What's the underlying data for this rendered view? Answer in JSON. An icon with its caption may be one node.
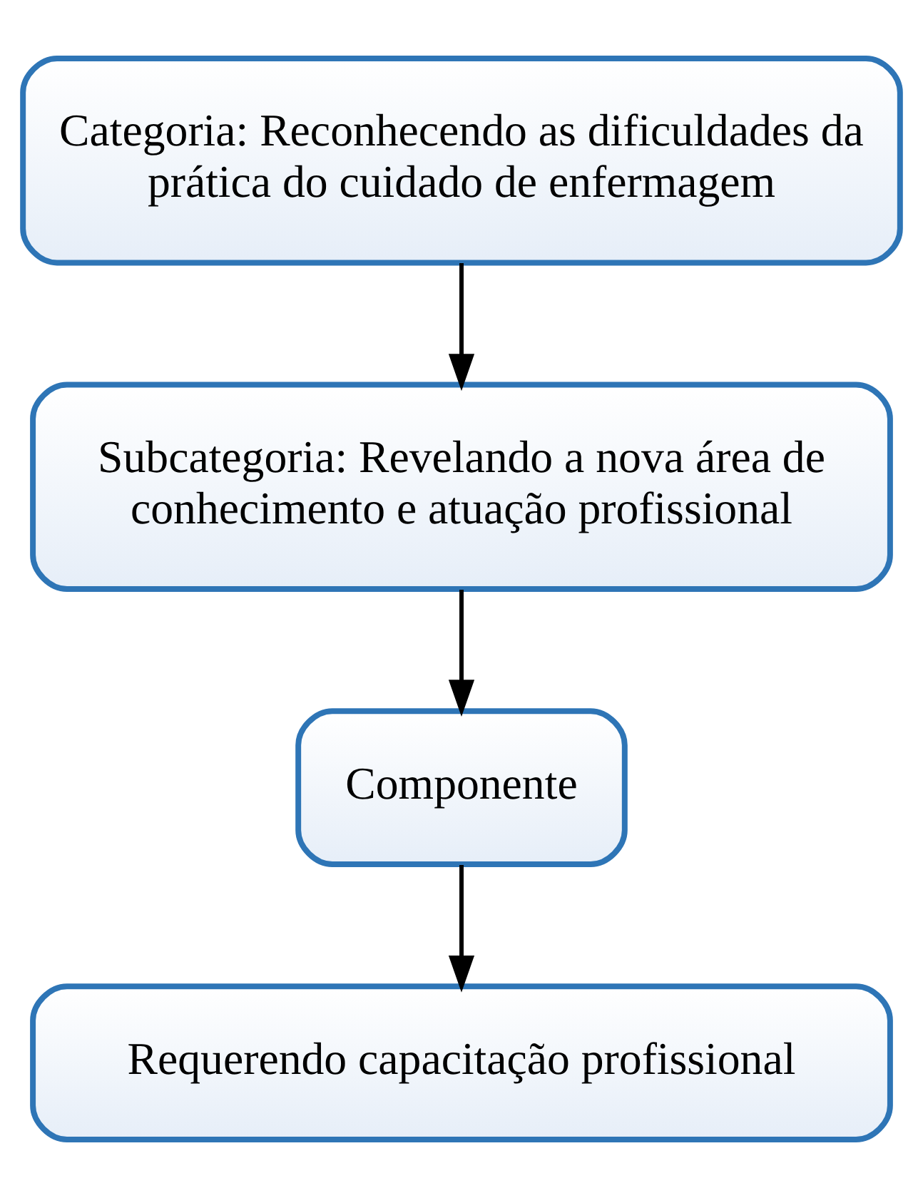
{
  "diagram": {
    "nodes": [
      {
        "text": [
          "Categoria: Reconhecendo as dificuldades da prática do cuidado de enfermagem"
        ]
      },
      {
        "text": [
          "Subcategoria: Revelando a nova área de conhecimento e atuação profissional"
        ]
      },
      {
        "text": [
          "Componente"
        ]
      },
      {
        "text": [
          "Requerendo capacitação profissional"
        ]
      }
    ],
    "edges": [
      {
        "from": 0,
        "to": 1,
        "arrow": "to"
      },
      {
        "from": 1,
        "to": 2,
        "arrow": "to"
      },
      {
        "from": 2,
        "to": 3,
        "arrow": "to"
      }
    ]
  }
}
